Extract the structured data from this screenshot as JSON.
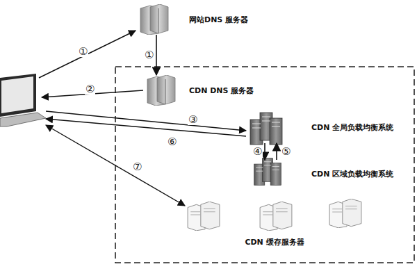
{
  "diagram": {
    "nodes": [
      {
        "text": [
          "网站DNS 服务器"
        ]
      },
      {
        "text": [
          "CDN DNS 服务器"
        ]
      },
      {
        "text": [
          "CDN 全局负载均衡系统"
        ]
      },
      {
        "text": [
          "CDN 区域负载均衡系统"
        ]
      },
      {
        "text": [
          "CDN 缓存服务器"
        ]
      }
    ],
    "edges": [
      {
        "from": 0,
        "to": 1,
        "arrow": "to",
        "label": "①"
      },
      {
        "from": 2,
        "to": 3,
        "arrow": "to",
        "label": "④"
      },
      {
        "from": 3,
        "to": 2,
        "arrow": "to",
        "label": "⑤"
      }
    ],
    "labels": [
      "①",
      "②",
      "③",
      "⑥",
      "⑦"
    ]
  }
}
